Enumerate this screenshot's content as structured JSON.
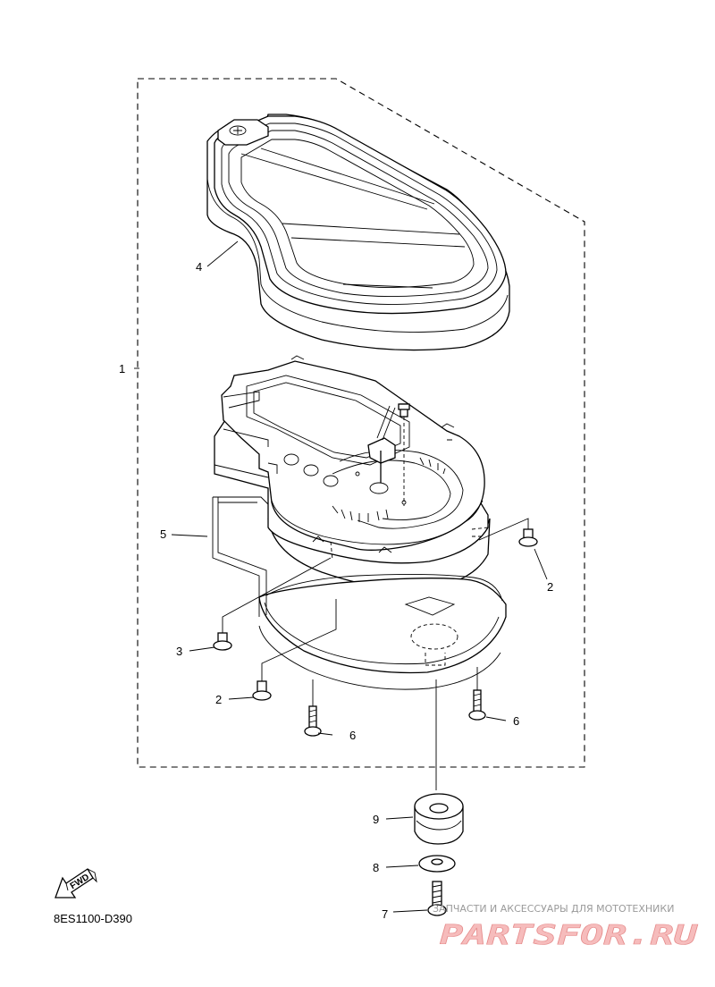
{
  "diagram": {
    "code": "8ES1100-D390",
    "forward_label": "FWD",
    "callouts": {
      "c1": "1",
      "c2a": "2",
      "c2b": "2",
      "c3": "3",
      "c4": "4",
      "c5": "5",
      "c6a": "6",
      "c6b": "6",
      "c7": "7",
      "c8": "8",
      "c9": "9"
    }
  },
  "watermark": {
    "subtitle": "ЗАПЧАСТИ И АКСЕССУАРЫ ДЛЯ МОТОТЕХНИКИ",
    "brand": "PARTSFOR.RU",
    "colors": {
      "fill": "#f6bcbc",
      "stroke": "#e58a8a",
      "subtitle": "#9a9a9a"
    }
  }
}
